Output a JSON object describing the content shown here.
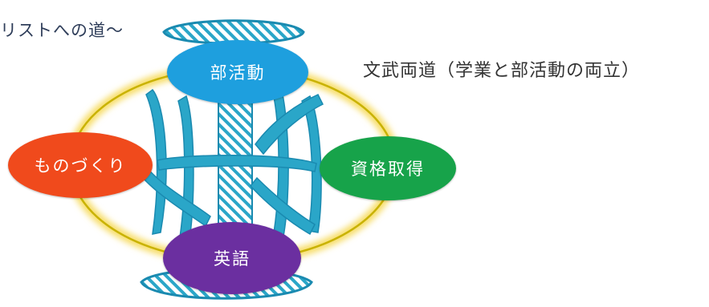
{
  "subtitle": "リストへの道〜",
  "side_note": "文武両道（学業と部活動の両立）",
  "nodes": {
    "club": {
      "label": "部活動",
      "color": "#1e9fde"
    },
    "making": {
      "label": "ものづくり",
      "color": "#f04a1c"
    },
    "certification": {
      "label": "資格取得",
      "color": "#17a34a"
    },
    "english": {
      "label": "英語",
      "color": "#6b2fa0"
    }
  },
  "colors": {
    "ring_glow": "#f7dd66",
    "ring_line": "#c9b200",
    "emblem": "#2aa6c8",
    "emblem_outline": "#1a8ab0"
  }
}
